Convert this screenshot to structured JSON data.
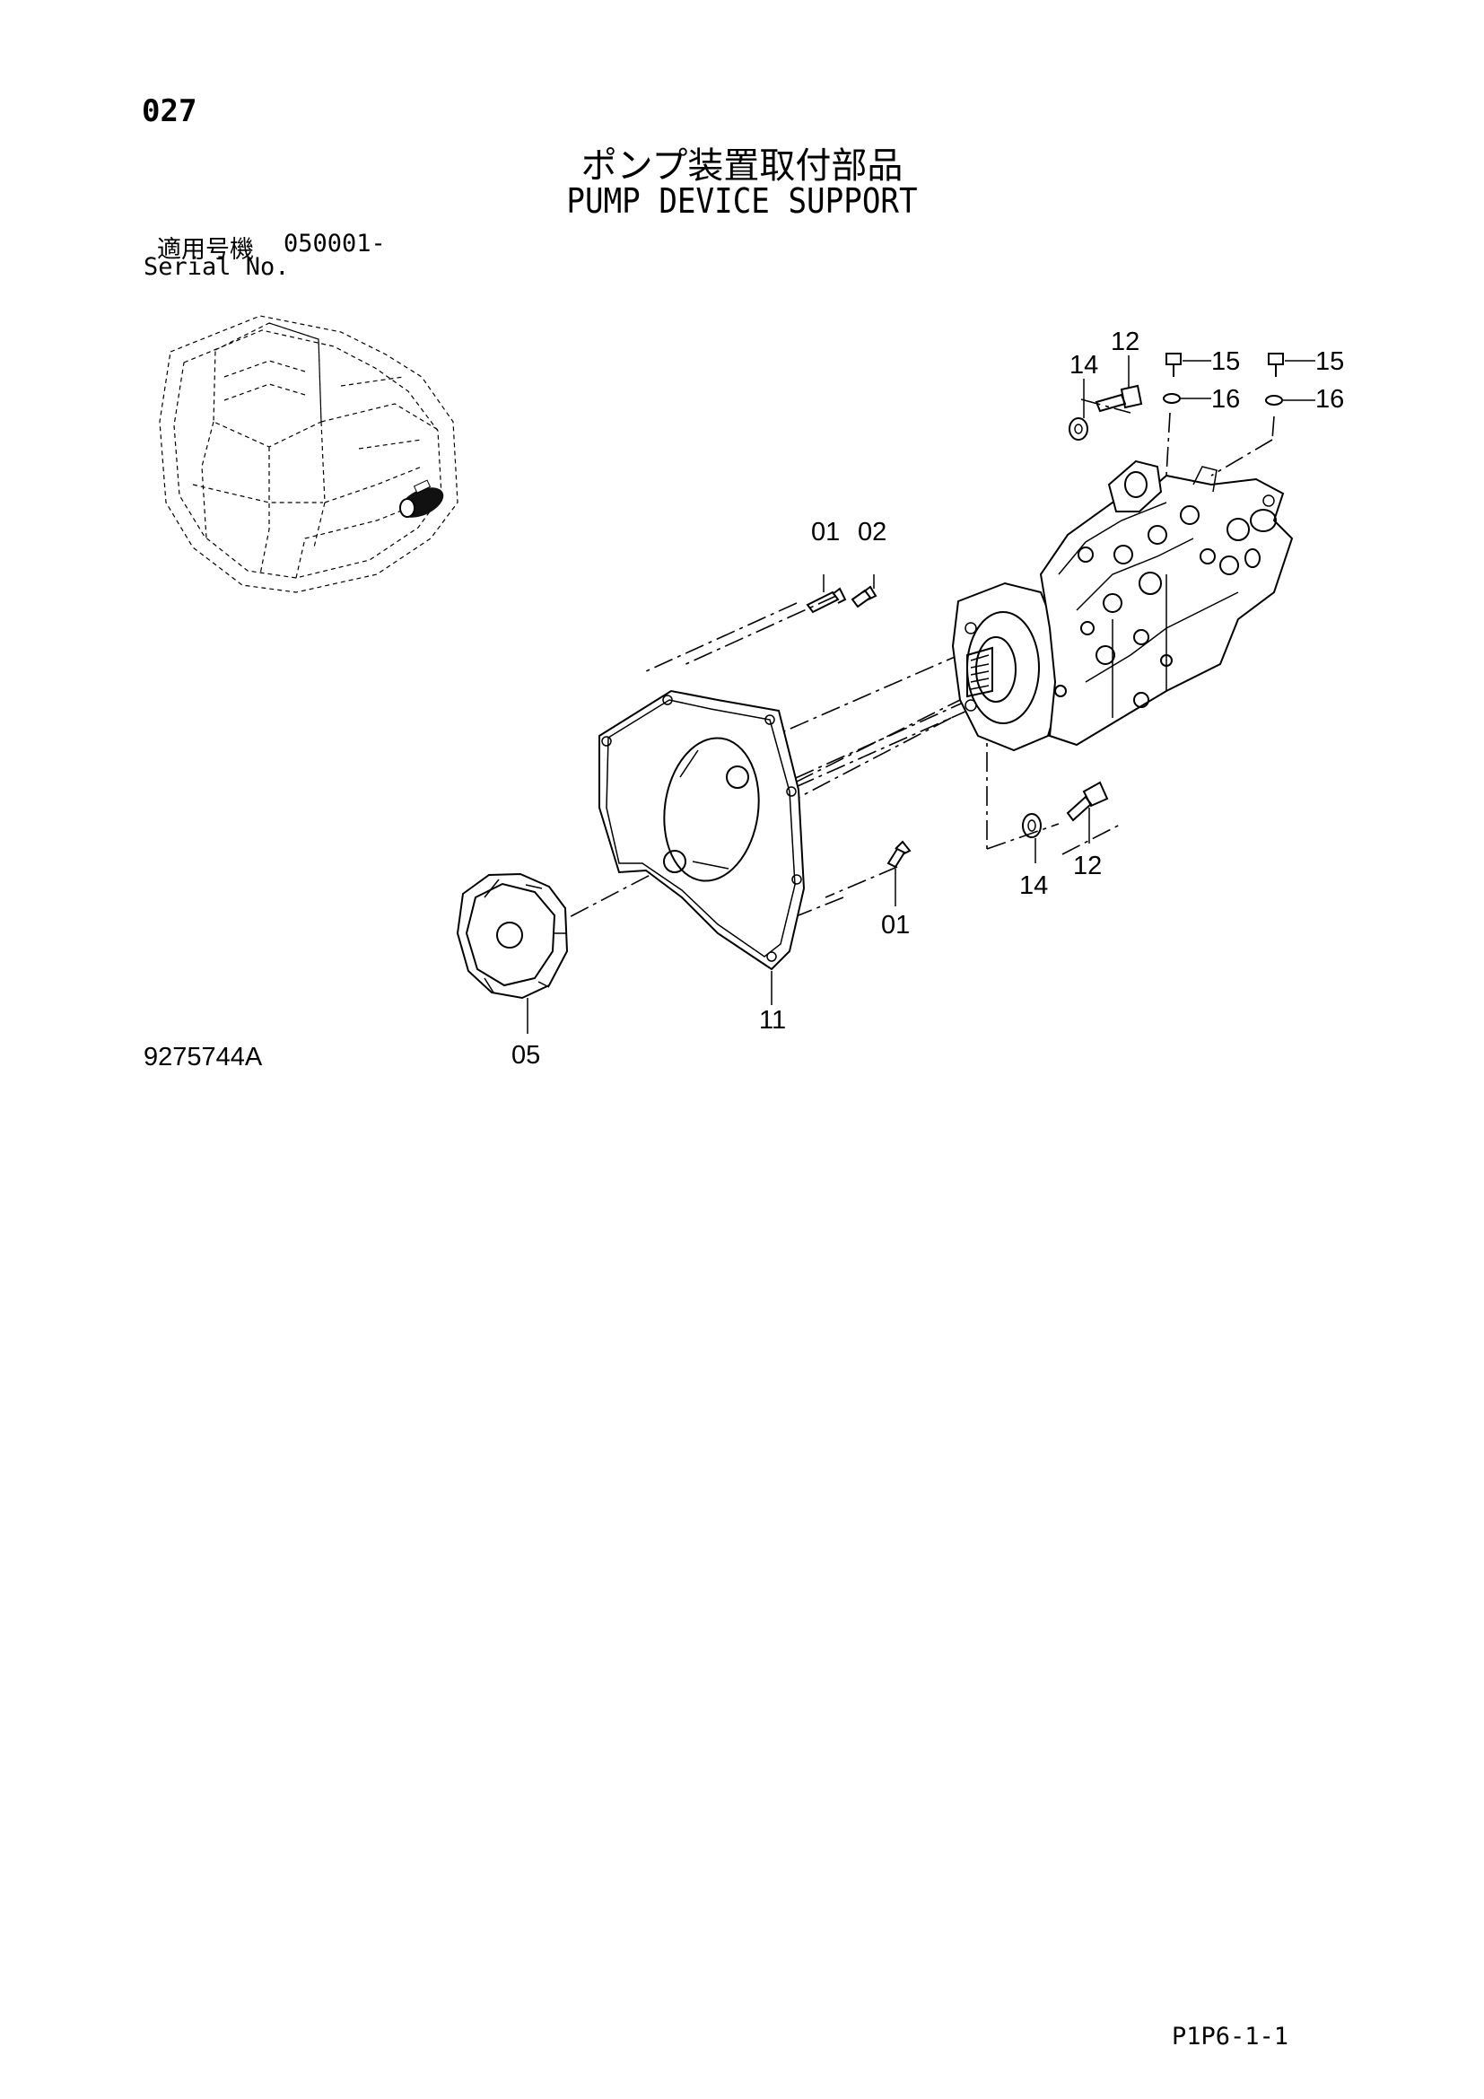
{
  "header": {
    "page_number": "027",
    "title_jp": "ポンプ装置取付部品",
    "title_en": "PUMP DEVICE SUPPORT"
  },
  "serial": {
    "label_jp": "適用号機",
    "label_en": "Serial No.",
    "range": "050001-"
  },
  "callouts": {
    "c01_top": "01",
    "c02": "02",
    "c01_bottom": "01",
    "c05": "05",
    "c11": "11",
    "c12_top": "12",
    "c12_bottom": "12",
    "c14_top": "14",
    "c14_bottom": "14",
    "c15_a": "15",
    "c15_b": "15",
    "c16_a": "16",
    "c16_b": "16"
  },
  "footer": {
    "drawing_number": "9275744A",
    "page_code": "P1P6-1-1"
  }
}
